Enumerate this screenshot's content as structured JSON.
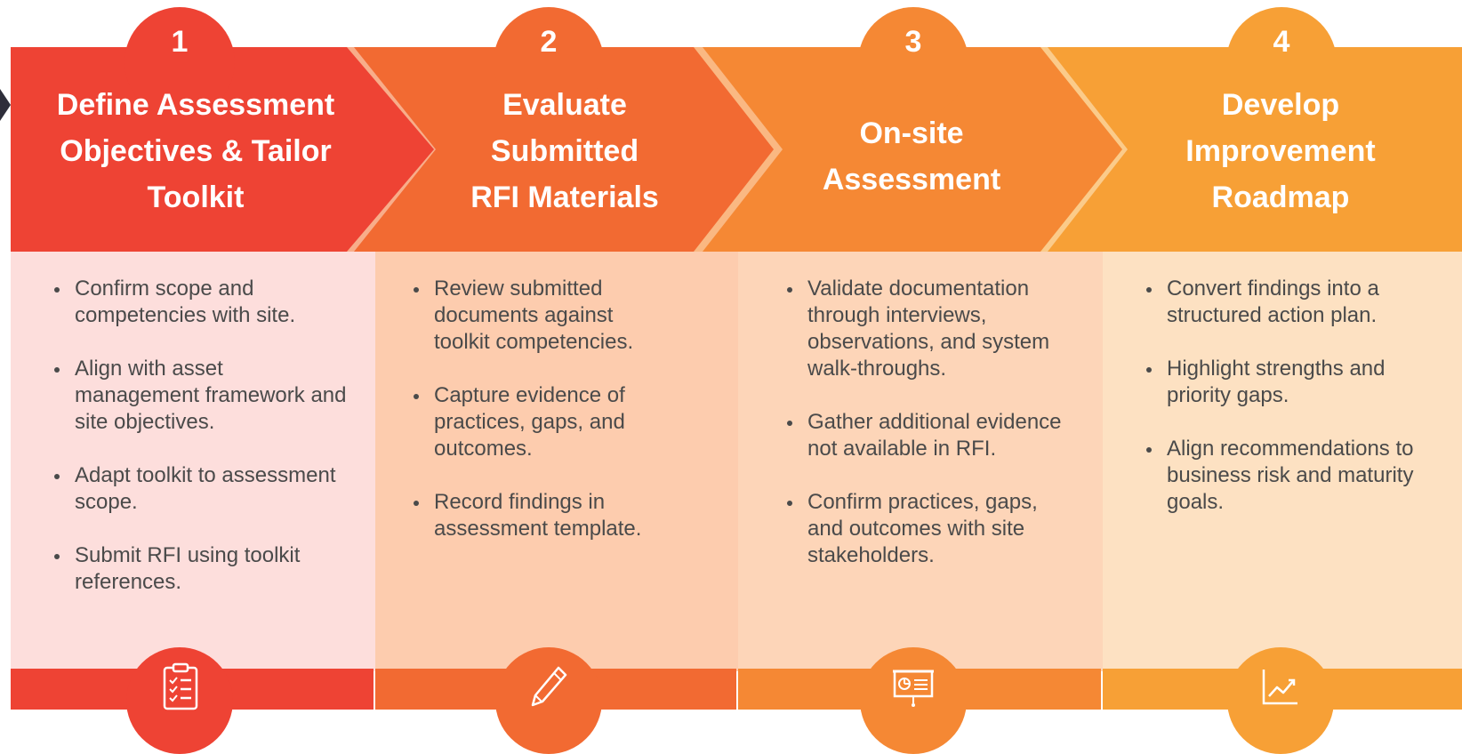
{
  "colors": {
    "step1": "#EE4334",
    "step2": "#F26A32",
    "step3": "#F58834",
    "step4": "#F7A036",
    "panel1": "#FDDEDC",
    "panel2": "#FDCCAE",
    "panel3": "#FDD5B8",
    "panel4": "#FDE1C2",
    "text": "#4A4A4A"
  },
  "steps": [
    {
      "number": "1",
      "title_lines": [
        "Define Assessment",
        "Objectives & Tailor",
        "Toolkit"
      ],
      "bullets": [
        "Confirm scope and competencies with site.",
        "Align with asset management framework and site objectives.",
        "Adapt toolkit to assessment scope.",
        "Submit RFI using toolkit references."
      ],
      "icon": "clipboard-checklist-icon"
    },
    {
      "number": "2",
      "title_lines": [
        "Evaluate",
        "Submitted",
        "RFI Materials"
      ],
      "bullets": [
        "Review submitted documents against toolkit competencies.",
        "Capture evidence of practices, gaps, and outcomes.",
        "Record findings in assessment template."
      ],
      "icon": "pencil-icon"
    },
    {
      "number": "3",
      "title_lines": [
        "On-site",
        "Assessment"
      ],
      "bullets": [
        "Validate documentation through interviews, observations, and system walk-throughs.",
        "Gather additional evidence not available in RFI.",
        "Confirm practices, gaps, and outcomes with site stakeholders."
      ],
      "icon": "presentation-board-icon"
    },
    {
      "number": "4",
      "title_lines": [
        "Develop",
        "Improvement",
        "Roadmap"
      ],
      "bullets": [
        "Convert findings into a structured action plan.",
        "Highlight strengths and priority gaps.",
        "Align recommendations to business risk and maturity goals."
      ],
      "icon": "trend-chart-icon"
    }
  ]
}
